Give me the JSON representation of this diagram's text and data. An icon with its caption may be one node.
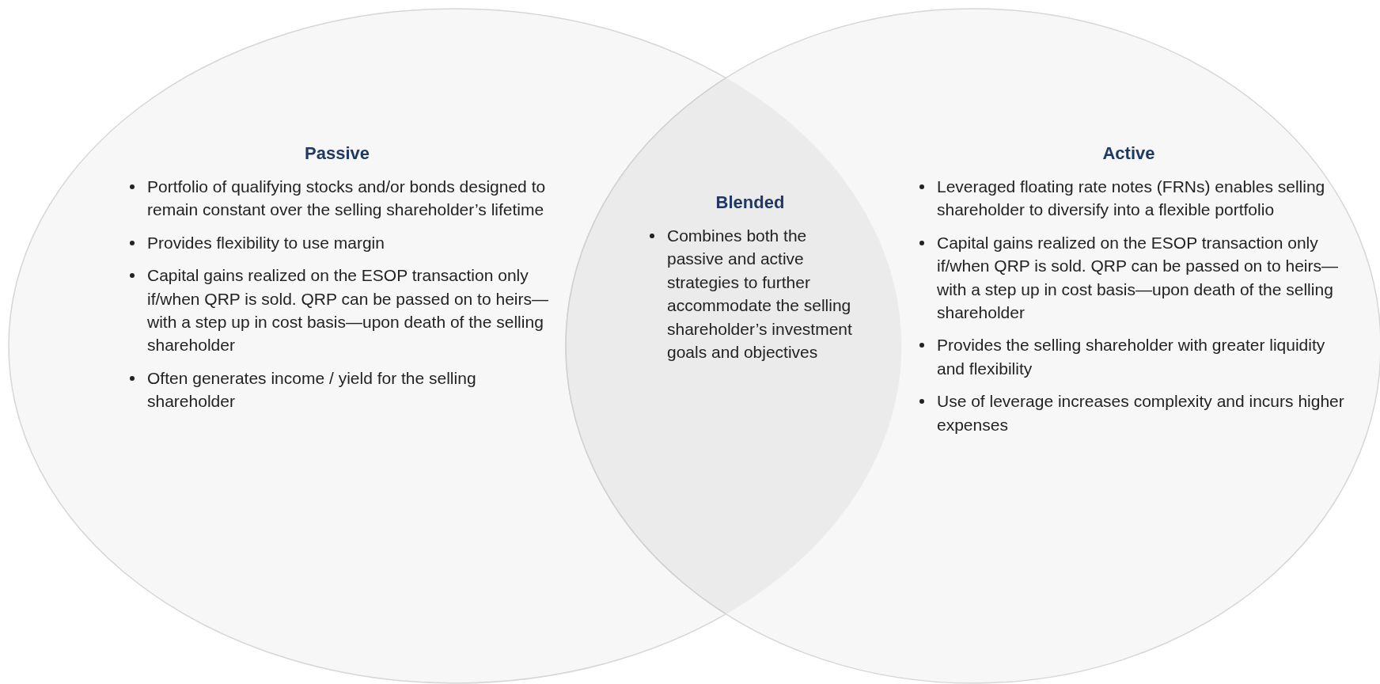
{
  "diagram": {
    "nodes": [
      {
        "text": [
          "Passive",
          "Portfolio of qualifying stocks and/or bonds designed to remain constant over the selling shareholder’s lifetime",
          "Provides flexibility to use margin",
          "Capital gains realized on the ESOP transaction only if/when QRP is sold. QRP can be passed on to heirs—with a step up in cost basis—upon death of the selling shareholder",
          "Often generates income / yield for the selling shareholder"
        ]
      },
      {
        "text": [
          "Blended",
          "Combines both the passive and active strategies to further accommodate the selling shareholder’s investment goals and objectives"
        ]
      },
      {
        "text": [
          "Active",
          "Leveraged floating rate notes (FRNs) enables selling shareholder to diversify into a flexible portfolio",
          "Capital gains realized on the ESOP transaction only if/when QRP is sold. QRP can be passed on to heirs—with a step up in cost basis—upon death of the selling shareholder",
          "Provides the selling shareholder with greater liquidity and flexibility",
          "Use of leverage increases complexity and incurs higher expenses"
        ]
      }
    ]
  }
}
